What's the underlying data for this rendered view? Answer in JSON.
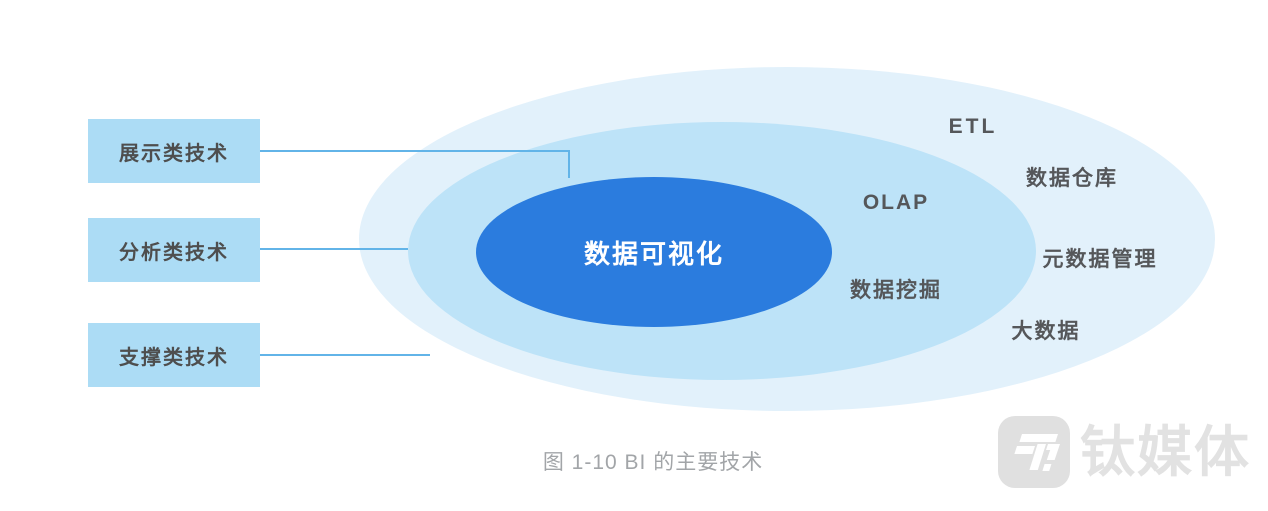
{
  "figure": {
    "caption": "图 1-10 BI 的主要技术"
  },
  "legend": {
    "boxes": [
      {
        "label": "展示类技术"
      },
      {
        "label": "分析类技术"
      },
      {
        "label": "支撑类技术"
      }
    ]
  },
  "diagram": {
    "inner_ellipse_label": "数据可视化",
    "middle_ellipse_labels": {
      "olap": "OLAP",
      "data_mining": "数据挖掘"
    },
    "outer_ellipse_labels": {
      "etl": "ETL",
      "data_warehouse": "数据仓库",
      "metadata_management": "元数据管理",
      "big_data": "大数据"
    }
  },
  "watermark": {
    "brand": "钛媒体"
  },
  "colors": {
    "outer_ellipse": "#e2f1fb",
    "middle_ellipse": "#bde3f8",
    "inner_ellipse": "#2b7cde",
    "legend_box": "#acdcf5",
    "connector_line": "#62b4e8",
    "label_text": "#55575a",
    "caption_text": "#a2a5a8",
    "watermark_gray": "#e2e2e2"
  }
}
